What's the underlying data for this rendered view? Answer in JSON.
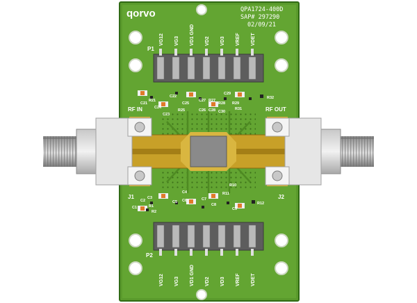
{
  "board": {
    "logo": "qorvo",
    "part_number": "QPA1724-400D",
    "sap_number": "SAP# 297290",
    "date": "02/09/21",
    "rf_in_label": "RF IN",
    "rf_out_label": "RF OUT",
    "j1_label": "J1",
    "j2_label": "J2",
    "p1_label": "P1",
    "p2_label": "P2",
    "top_pin_labels": [
      "VG12",
      "VG3",
      "VD1 GND",
      "VD2",
      "VD3",
      "VREF",
      "VDET"
    ],
    "bottom_pin_labels": [
      "VG12",
      "VG3",
      "VD1 GND",
      "VD2",
      "VD3",
      "VREF",
      "VDET"
    ],
    "components": [
      "R21",
      "C23",
      "C21",
      "C22",
      "C25",
      "C26",
      "C27",
      "R27",
      "C29",
      "R28",
      "R29",
      "R32",
      "R31",
      "R25",
      "C24",
      "C28",
      "C30",
      "R1",
      "R2",
      "C1",
      "C2",
      "C3",
      "C4",
      "C5",
      "C6",
      "C7",
      "C8",
      "C9",
      "R11",
      "R12",
      "R10"
    ]
  },
  "colors": {
    "pcb": "#5a9a2c",
    "pcb_edge": "#2f6a14",
    "gold": "#c8a028",
    "connector_body": "#d8d8d8",
    "mmic": "#8a8a8a"
  }
}
